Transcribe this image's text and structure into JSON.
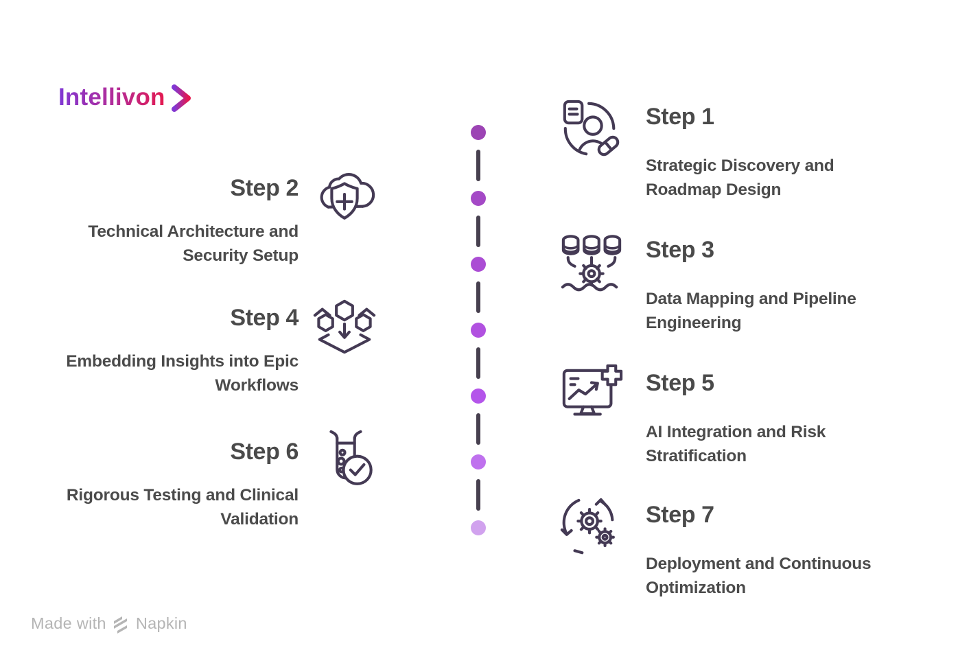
{
  "logo": {
    "text": "Intellivon",
    "chevron_icon": "chevron-right-icon"
  },
  "timeline": {
    "dot_colors": [
      "#9c44b4",
      "#a449c6",
      "#ab4dd4",
      "#b151e0",
      "#b455ea",
      "#bf71ee",
      "#d1a2ee"
    ],
    "connector_color": "#47404f"
  },
  "steps": [
    {
      "title": "Step 1",
      "description": "Strategic Discovery and\nRoadmap Design",
      "side": "right",
      "icon": "clipboard-patient-pill-icon"
    },
    {
      "title": "Step 2",
      "description": "Technical Architecture and\nSecurity Setup",
      "side": "left",
      "icon": "cloud-shield-plus-icon"
    },
    {
      "title": "Step 3",
      "description": "Data Mapping and Pipeline\nEngineering",
      "side": "right",
      "icon": "databases-gear-pipeline-icon"
    },
    {
      "title": "Step 4",
      "description": "Embedding Insights into Epic\nWorkflows",
      "side": "left",
      "icon": "hexagons-embed-arrow-icon"
    },
    {
      "title": "Step 5",
      "description": "AI Integration and Risk\nStratification",
      "side": "right",
      "icon": "monitor-chart-medical-cross-icon"
    },
    {
      "title": "Step 6",
      "description": "Rigorous Testing and Clinical\nValidation",
      "side": "left",
      "icon": "test-tube-checkmark-icon"
    },
    {
      "title": "Step 7",
      "description": "Deployment and Continuous\nOptimization",
      "side": "right",
      "icon": "gears-refresh-icon"
    }
  ],
  "footer": {
    "prefix": "Made with",
    "brand": "Napkin",
    "icon": "napkin-logo-icon"
  },
  "colors": {
    "heading": "#4a4a4a",
    "description": "#4b4b4b",
    "icon-stroke": "#443a54",
    "logo-grad-start": "#8038d4",
    "logo-grad-mid": "#b52b95",
    "logo-grad-end": "#e4194f",
    "footer-text": "#b5b5b5",
    "connector": "#47404f"
  }
}
